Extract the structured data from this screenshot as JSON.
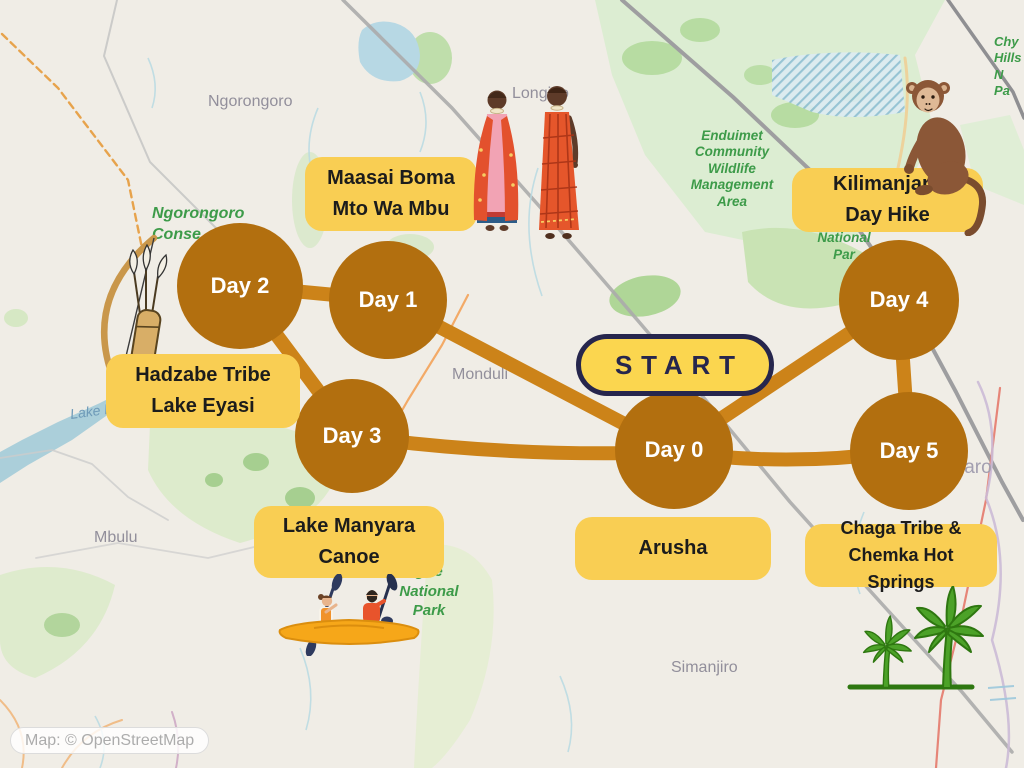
{
  "start": {
    "label": "START"
  },
  "days": [
    {
      "id": "day0",
      "label": "Day 0"
    },
    {
      "id": "day1",
      "label": "Day 1"
    },
    {
      "id": "day2",
      "label": "Day 2"
    },
    {
      "id": "day3",
      "label": "Day 3"
    },
    {
      "id": "day4",
      "label": "Day 4"
    },
    {
      "id": "day5",
      "label": "Day 5"
    }
  ],
  "activities": [
    {
      "id": "maasai",
      "line1": "Maasai Boma",
      "line2": "Mto Wa Mbu"
    },
    {
      "id": "kilimanjaro",
      "line1": "Kilimanjaro",
      "line2": "Day Hike"
    },
    {
      "id": "hadzabe",
      "line1": "Hadzabe Tribe",
      "line2": "Lake Eyasi"
    },
    {
      "id": "manyara",
      "line1": "Lake Manyara",
      "line2": "Canoe"
    },
    {
      "id": "arusha",
      "line1": "Arusha",
      "line2": ""
    },
    {
      "id": "chaga",
      "line1": "Chaga Tribe &",
      "line2": "Chemka Hot Springs"
    }
  ],
  "map_labels": [
    {
      "id": "ngorongoro-town",
      "kind": "town",
      "text": "Ngorongoro"
    },
    {
      "id": "ngorongoro-conservation",
      "kind": "park",
      "text": "Ngorongoro\nConse"
    },
    {
      "id": "longido-town",
      "kind": "town",
      "text": "Longido"
    },
    {
      "id": "enduimet",
      "kind": "park",
      "text": "Enduimet\nCommunity\nWildlife\nManagement\nArea"
    },
    {
      "id": "chyulu",
      "kind": "park",
      "text": "Chy\nHills N\nPa"
    },
    {
      "id": "monduli-town",
      "kind": "town",
      "text": "Monduli"
    },
    {
      "id": "lake-eyasi",
      "kind": "water",
      "text": "Lake E"
    },
    {
      "id": "mbulu-town",
      "kind": "town",
      "text": "Mbulu"
    },
    {
      "id": "tarangire",
      "kind": "park",
      "text": "gire\nNational\nPark"
    },
    {
      "id": "kilimanjaro-np",
      "kind": "park",
      "text": "National\nPar"
    },
    {
      "id": "kilimanjaro-region",
      "kind": "region",
      "text": "jaro"
    },
    {
      "id": "simanjiro-town",
      "kind": "town",
      "text": "Simanjiro"
    }
  ],
  "attribution": "Map: © OpenStreetMap",
  "illustrations": [
    {
      "id": "bow-and-quiver",
      "name": "hadzabe bow, quiver and arrows"
    },
    {
      "id": "maasai-people",
      "name": "two maasai people in red shukas"
    },
    {
      "id": "monkey",
      "name": "brown monkey sitting on label"
    },
    {
      "id": "canoe-paddlers",
      "name": "two people paddling a yellow canoe"
    },
    {
      "id": "palm-trees",
      "name": "two green palm trees"
    }
  ],
  "colors": {
    "node_fill": "#B26F0F",
    "day_text": "#FFFFFF",
    "edge": "#CC8319",
    "card_bg": "#F9CE53",
    "card_text": "#1C1C1C",
    "start_bg": "#FBD64F",
    "start_accent": "#26264D",
    "map_bg": "#F0EDE6",
    "water": "#ABCFDA",
    "park_text": "#3D9B49",
    "town_text": "#928F9B",
    "region_text": "#A39FB0",
    "water_text": "#6E9AB8",
    "attribution_text": "#ACACAC"
  }
}
